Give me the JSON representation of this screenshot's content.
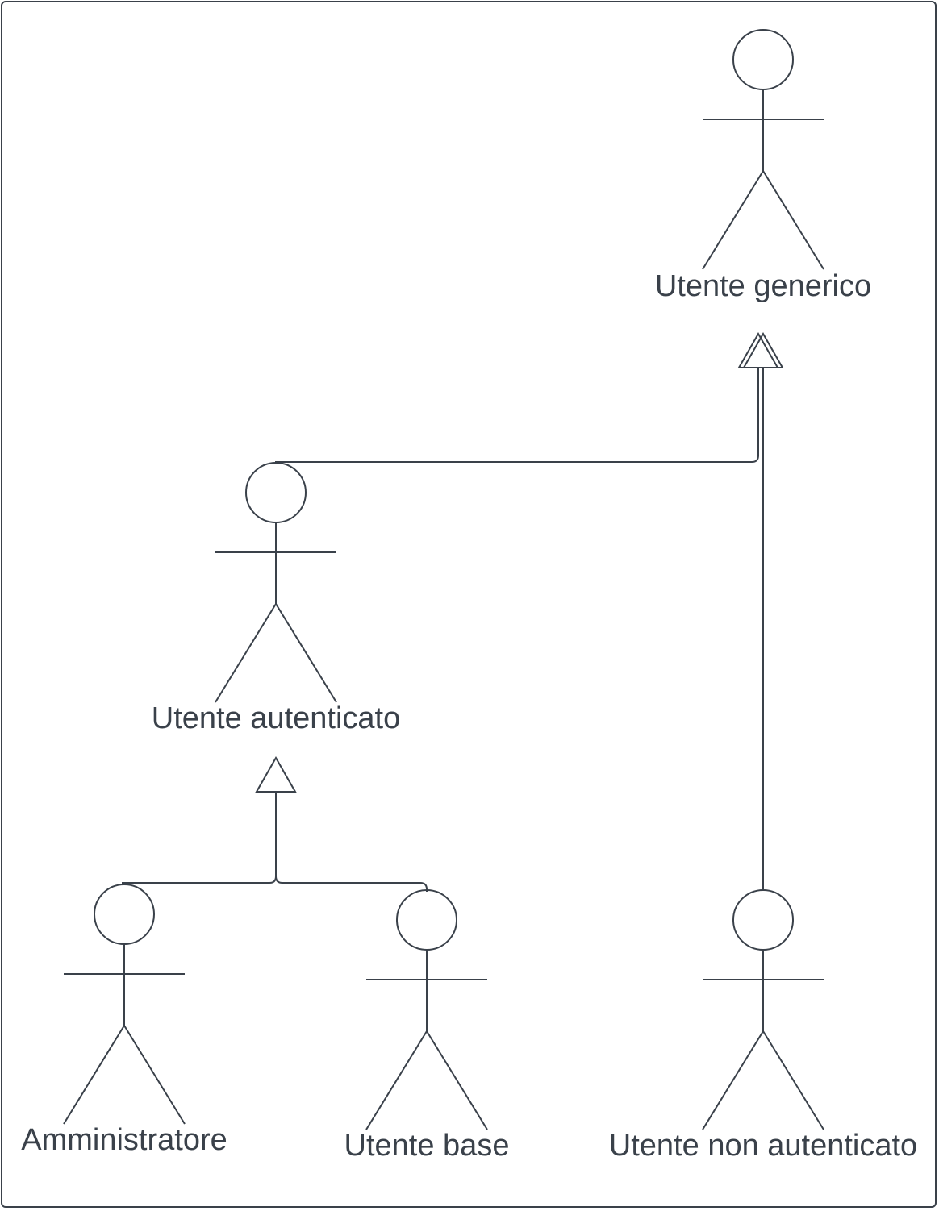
{
  "diagram": {
    "actors": [
      {
        "id": "utente-generico",
        "label": "Utente generico"
      },
      {
        "id": "utente-autenticato",
        "label": "Utente autenticato"
      },
      {
        "id": "amministratore",
        "label": "Amministratore"
      },
      {
        "id": "utente-base",
        "label": "Utente base"
      },
      {
        "id": "utente-non-autenticato",
        "label": "Utente non autenticato"
      }
    ],
    "generalizations": [
      {
        "from": "utente-autenticato",
        "to": "utente-generico"
      },
      {
        "from": "utente-non-autenticato",
        "to": "utente-generico"
      },
      {
        "from": "amministratore",
        "to": "utente-autenticato"
      },
      {
        "from": "utente-base",
        "to": "utente-autenticato"
      }
    ],
    "colors": {
      "stroke": "#3a414a",
      "text": "#3a414a",
      "background": "#ffffff"
    }
  }
}
